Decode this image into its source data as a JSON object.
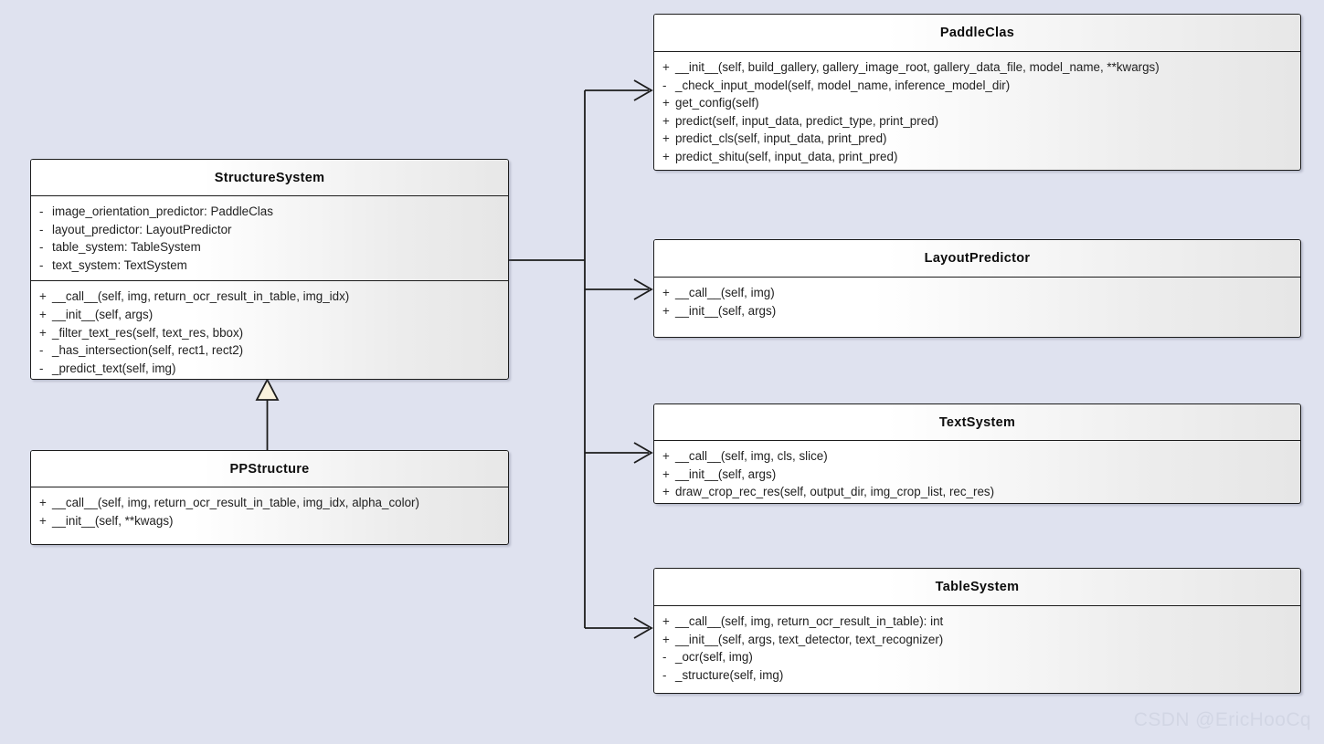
{
  "diagram": {
    "kind": "uml-class-diagram",
    "background_color": "#dfe2ef",
    "line_color": "#1c1c1c",
    "triangle_fill": "#faf2dd"
  },
  "watermark": {
    "text": "CSDN @EricHooCq",
    "color": "#d2d6e4"
  },
  "classes": {
    "structure_system": {
      "name": "StructureSystem",
      "attributes": [
        {
          "visibility": "-",
          "text": "image_orientation_predictor: PaddleClas"
        },
        {
          "visibility": "-",
          "text": "layout_predictor: LayoutPredictor"
        },
        {
          "visibility": "-",
          "text": "table_system: TableSystem"
        },
        {
          "visibility": "-",
          "text": "text_system: TextSystem"
        }
      ],
      "operations": [
        {
          "visibility": "+",
          "text": "__call__(self, img, return_ocr_result_in_table, img_idx)"
        },
        {
          "visibility": "+",
          "text": "__init__(self, args)"
        },
        {
          "visibility": "+",
          "text": "_filter_text_res(self, text_res, bbox)"
        },
        {
          "visibility": "-",
          "text": "_has_intersection(self, rect1, rect2)"
        },
        {
          "visibility": "-",
          "text": "_predict_text(self, img)"
        }
      ]
    },
    "pp_structure": {
      "name": "PPStructure",
      "attributes": [],
      "operations": [
        {
          "visibility": "+",
          "text": "__call__(self, img, return_ocr_result_in_table, img_idx, alpha_color)"
        },
        {
          "visibility": "+",
          "text": "__init__(self, **kwags)"
        }
      ]
    },
    "paddle_clas": {
      "name": "PaddleClas",
      "attributes": [],
      "operations": [
        {
          "visibility": "+",
          "text": "__init__(self, build_gallery, gallery_image_root, gallery_data_file, model_name, **kwargs)"
        },
        {
          "visibility": "-",
          "text": "_check_input_model(self, model_name, inference_model_dir)"
        },
        {
          "visibility": "+",
          "text": "get_config(self)"
        },
        {
          "visibility": "+",
          "text": "predict(self, input_data, predict_type, print_pred)"
        },
        {
          "visibility": "+",
          "text": "predict_cls(self, input_data, print_pred)"
        },
        {
          "visibility": "+",
          "text": "predict_shitu(self, input_data, print_pred)"
        }
      ]
    },
    "layout_predictor": {
      "name": "LayoutPredictor",
      "attributes": [],
      "operations": [
        {
          "visibility": "+",
          "text": "__call__(self, img)"
        },
        {
          "visibility": "+",
          "text": "__init__(self, args)"
        }
      ]
    },
    "text_system": {
      "name": "TextSystem",
      "attributes": [],
      "operations": [
        {
          "visibility": "+",
          "text": "__call__(self, img, cls, slice)"
        },
        {
          "visibility": "+",
          "text": "__init__(self, args)"
        },
        {
          "visibility": "+",
          "text": "draw_crop_rec_res(self, output_dir, img_crop_list, rec_res)"
        }
      ]
    },
    "table_system": {
      "name": "TableSystem",
      "attributes": [],
      "operations": [
        {
          "visibility": "+",
          "text": "__call__(self, img, return_ocr_result_in_table): int"
        },
        {
          "visibility": "+",
          "text": "__init__(self, args, text_detector, text_recognizer)"
        },
        {
          "visibility": "-",
          "text": "_ocr(self, img)"
        },
        {
          "visibility": "-",
          "text": "_structure(self, img)"
        }
      ]
    }
  },
  "relations": [
    {
      "name": "generalization-ppstructure-structuresystem",
      "type": "generalization",
      "from": "PPStructure",
      "to": "StructureSystem"
    },
    {
      "name": "association-structuresystem-paddleclas",
      "type": "association",
      "from": "StructureSystem",
      "to": "PaddleClas"
    },
    {
      "name": "association-structuresystem-layoutpredictor",
      "type": "association",
      "from": "StructureSystem",
      "to": "LayoutPredictor"
    },
    {
      "name": "association-structuresystem-textsystem",
      "type": "association",
      "from": "StructureSystem",
      "to": "TextSystem"
    },
    {
      "name": "association-structuresystem-tablesystem",
      "type": "association",
      "from": "StructureSystem",
      "to": "TableSystem"
    }
  ]
}
